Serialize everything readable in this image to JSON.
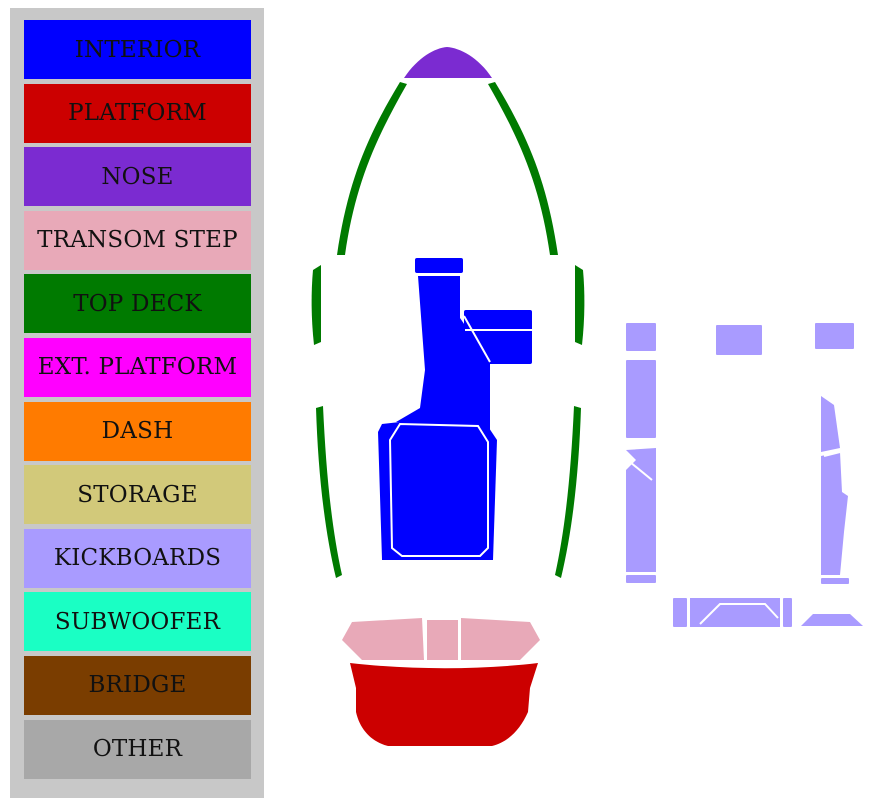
{
  "legend": [
    {
      "label": "INTERIOR",
      "color": "#0000ff"
    },
    {
      "label": "PLATFORM",
      "color": "#cc0000"
    },
    {
      "label": "NOSE",
      "color": "#7b2bd1"
    },
    {
      "label": "TRANSOM STEP",
      "color": "#e8a9b8"
    },
    {
      "label": "TOP DECK",
      "color": "#007a00"
    },
    {
      "label": "EXT. PLATFORM",
      "color": "#ff00ff"
    },
    {
      "label": "DASH",
      "color": "#ff7b00"
    },
    {
      "label": "STORAGE",
      "color": "#d2c97a"
    },
    {
      "label": "KICKBOARDS",
      "color": "#a99bff"
    },
    {
      "label": "SUBWOOFER",
      "color": "#1affc4"
    },
    {
      "label": "BRIDGE",
      "color": "#7a3d00"
    },
    {
      "label": "OTHER",
      "color": "#a8a8a8"
    }
  ]
}
